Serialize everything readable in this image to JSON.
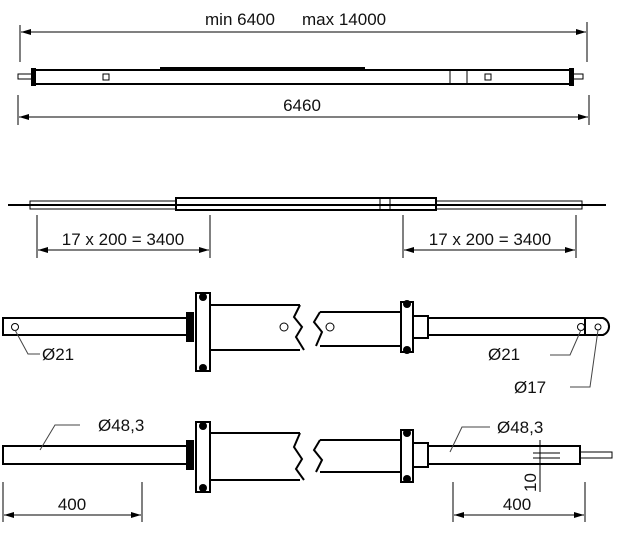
{
  "drawing": {
    "overall_dim": {
      "min_label": "min 6400",
      "max_label": "max 14000"
    },
    "length_dim": "6460",
    "hole_pattern_left": "17 x 200 = 3400",
    "hole_pattern_right": "17 x 200 = 3400",
    "detail_top": {
      "left_hole": "Ø21",
      "right_hole": "Ø21",
      "end_hole": "Ø17"
    },
    "detail_bottom": {
      "left_diameter": "Ø48,3",
      "right_diameter": "Ø48,3",
      "slot_width": "10",
      "left_length": "400",
      "right_length": "400"
    }
  }
}
